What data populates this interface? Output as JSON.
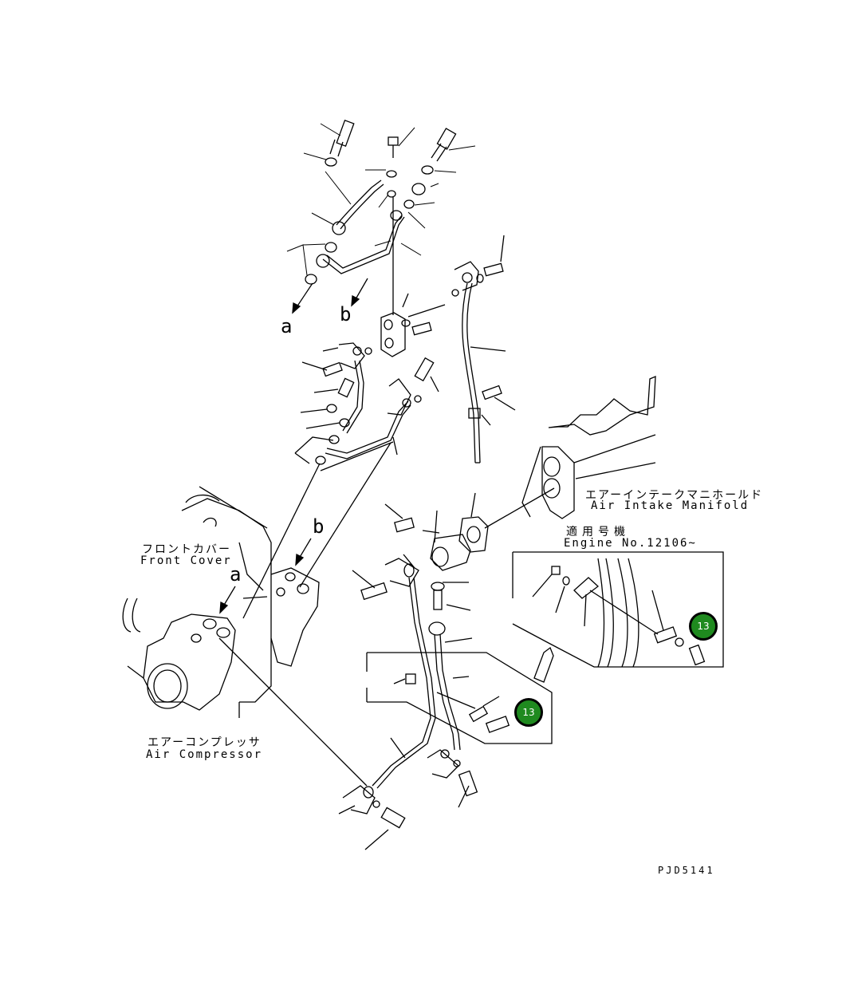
{
  "labels": {
    "front_cover_jp": "フロントカバー",
    "front_cover_en": "Front Cover",
    "air_compressor_jp": "エアーコンプレッサ",
    "air_compressor_en": "Air Compressor",
    "air_intake_jp": "エアーインテークマニホールド",
    "air_intake_en": "Air Intake Manifold",
    "applicable_jp": "適用号機",
    "engine_no": "Engine No.12106~",
    "drawing_code": "PJD5141"
  },
  "callout_letters": {
    "a_top": "a",
    "b_top": "b",
    "a_bottom": "a",
    "b_bottom": "b"
  },
  "badges": [
    {
      "label": "13"
    },
    {
      "label": "13"
    }
  ],
  "colors": {
    "badge": "#1f8a1f",
    "line": "#000000"
  }
}
